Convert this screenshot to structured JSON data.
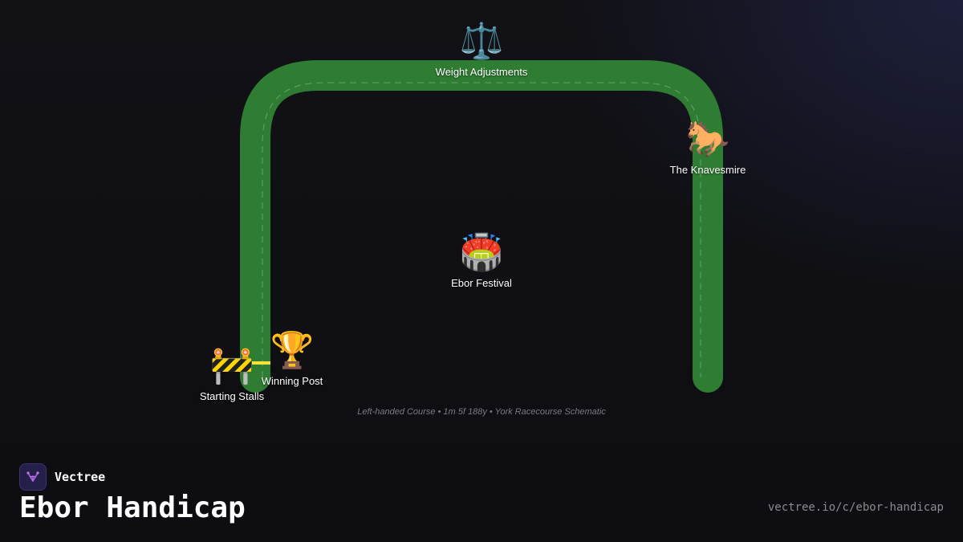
{
  "diagram": {
    "markers": [
      {
        "key": "weight",
        "icon": "scales-icon",
        "emoji": "⚖️",
        "label": "Weight Adjustments"
      },
      {
        "key": "knavesmire",
        "icon": "horse-icon",
        "emoji": "🐎",
        "label": "The Knavesmire"
      },
      {
        "key": "festival",
        "icon": "stadium-icon",
        "emoji": "🏟️",
        "label": "Ebor Festival"
      },
      {
        "key": "winning",
        "icon": "trophy-icon",
        "emoji": "🏆",
        "label": "Winning Post"
      },
      {
        "key": "stalls",
        "icon": "barrier-icon",
        "emoji": "🚧",
        "label": "Starting Stalls"
      }
    ],
    "caption": "Left-handed Course • 1m 5f 188y • York Racecourse Schematic"
  },
  "colors": {
    "track": "#2e7d32",
    "track_dash": "rgba(255,255,255,0.28)",
    "finish_line": "#f5e33b",
    "background": "#0f0f14"
  },
  "brand": {
    "name": "Vectree",
    "logo_icon": "vectree-logo-icon"
  },
  "page": {
    "title": "Ebor Handicap",
    "url": "vectree.io/c/ebor-handicap"
  }
}
